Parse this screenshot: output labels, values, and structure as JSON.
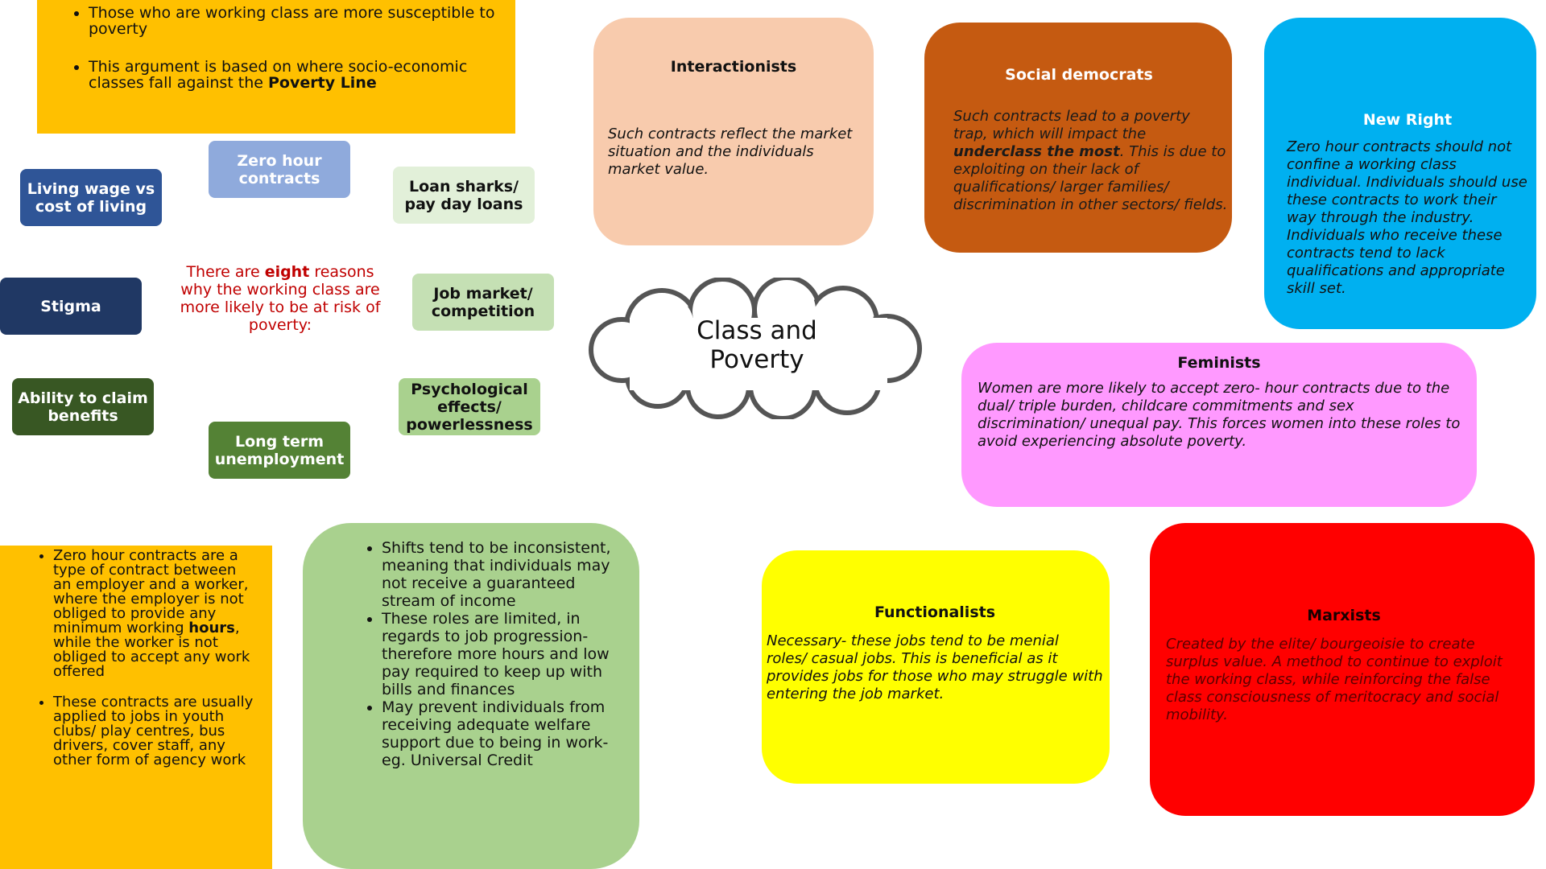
{
  "top_left_note": {
    "bullets": [
      {
        "text": "Those who are working class are more susceptible to poverty"
      },
      {
        "pre": "This argument is based on where socio-economic classes fall against the ",
        "bold": "Poverty Line",
        "post": ""
      }
    ]
  },
  "factors": {
    "living_wage": "Living wage vs cost of living",
    "zero_hour": "Zero hour contracts",
    "loan_sharks": "Loan sharks/ pay day loans",
    "stigma": "Stigma",
    "job_market": "Job market/ competition",
    "benefits": "Ability to claim benefits",
    "psychological": "Psychological effects/ powerlessness",
    "unemployment": "Long term unemployment"
  },
  "eight_reasons": {
    "pre": "There are ",
    "bold": "eight",
    "post": " reasons why the working class are more likely to be at risk of poverty:"
  },
  "center": {
    "title": "Class and Poverty"
  },
  "interactionists": {
    "title": "Interactionists",
    "body": "Such contracts reflect the market situation and the individuals market value."
  },
  "social_democrats": {
    "title": "Social democrats",
    "pre": "Such contracts lead to a poverty trap, which will impact the ",
    "bold": "underclass the most",
    "post": ". This is due to exploiting on their lack of qualifications/ larger families/ discrimination in other sectors/ fields."
  },
  "new_right": {
    "title": "New Right",
    "body": "Zero hour contracts should not confine a working class individual. Individuals should use these contracts to work their way through the industry. Individuals who receive these contracts tend to lack qualifications and appropriate skill set."
  },
  "feminists": {
    "title": "Feminists",
    "body": "Women are more likely to accept zero- hour contracts due to the dual/ triple burden, childcare commitments and sex discrimination/ unequal pay. This forces women into these roles to avoid experiencing absolute poverty."
  },
  "definition": {
    "b1_pre": "Zero hour contracts are a type of contract between an employer and a worker, where the employer is not obliged to provide any minimum working ",
    "b1_bold": "hours",
    "b1_post": ", while the worker is not obliged to accept any work offered",
    "b2": "These contracts are usually applied to jobs in youth clubs/ play centres, bus drivers, cover staff, any other form of agency work"
  },
  "shifts": {
    "bullets": [
      "Shifts tend to be inconsistent, meaning that  individuals may not receive a guaranteed stream of income",
      "These roles are limited, in regards to job progression- therefore more hours and low pay required to keep up with bills and finances",
      "May prevent individuals from receiving adequate welfare support due to being in work- eg. Universal Credit"
    ]
  },
  "functionalists": {
    "title": "Functionalists",
    "body": "Necessary- these jobs tend to be menial roles/ casual  jobs. This is beneficial as it provides jobs for those who may struggle with entering the job market."
  },
  "marxists": {
    "title": "Marxists",
    "body": "Created by the elite/ bourgeoisie to create surplus value. A method to continue to exploit the working class, while reinforcing the false class consciousness of meritocracy and social mobility."
  },
  "colors": {
    "orange": "#ffc000",
    "peach": "#f8cbad",
    "rust": "#c55a11",
    "sky": "#00b0f0",
    "pink": "#ff99ff",
    "green_light": "#a9d18e",
    "yellow": "#ffff00",
    "red": "#ff0000"
  }
}
